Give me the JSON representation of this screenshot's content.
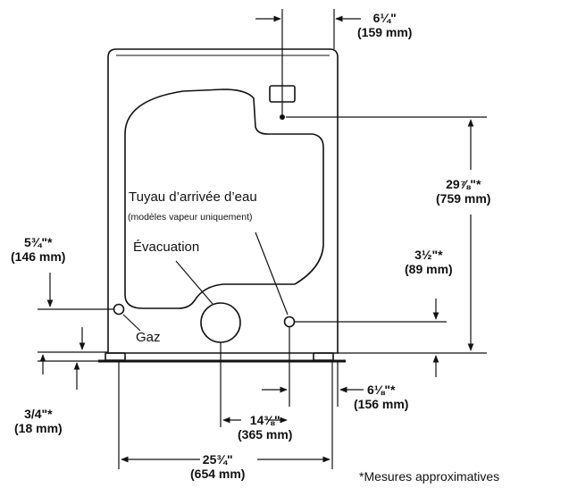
{
  "callouts": {
    "water_inlet_title": "Tuyau d’arrivée d’eau",
    "water_inlet_note": "(modèles vapeur uniquement)",
    "drain": "Évacuation",
    "gas": "Gaz"
  },
  "dimensions": {
    "top_offset": {
      "imperial": "6¼\"",
      "metric": "(159 mm)"
    },
    "inlet_height": {
      "imperial": "29⅞\"*",
      "metric": "(759 mm)"
    },
    "drain_height": {
      "imperial": "3½\"*",
      "metric": "(89 mm)"
    },
    "gas_height": {
      "imperial": "5¾\"*",
      "metric": "(146 mm)"
    },
    "foot_height": {
      "imperial": "3/4\"*",
      "metric": "(18 mm)"
    },
    "inlet_offset": {
      "imperial": "6⅛\"*",
      "metric": "(156 mm)"
    },
    "drain_to_inlet": {
      "imperial": "14⅜\"",
      "metric": "(365 mm)"
    },
    "overall_width": {
      "imperial": "25¾\"",
      "metric": "(654 mm)"
    }
  },
  "footnote": "*Mesures approximatives",
  "colors": {
    "line": "#111111",
    "background": "#ffffff"
  }
}
